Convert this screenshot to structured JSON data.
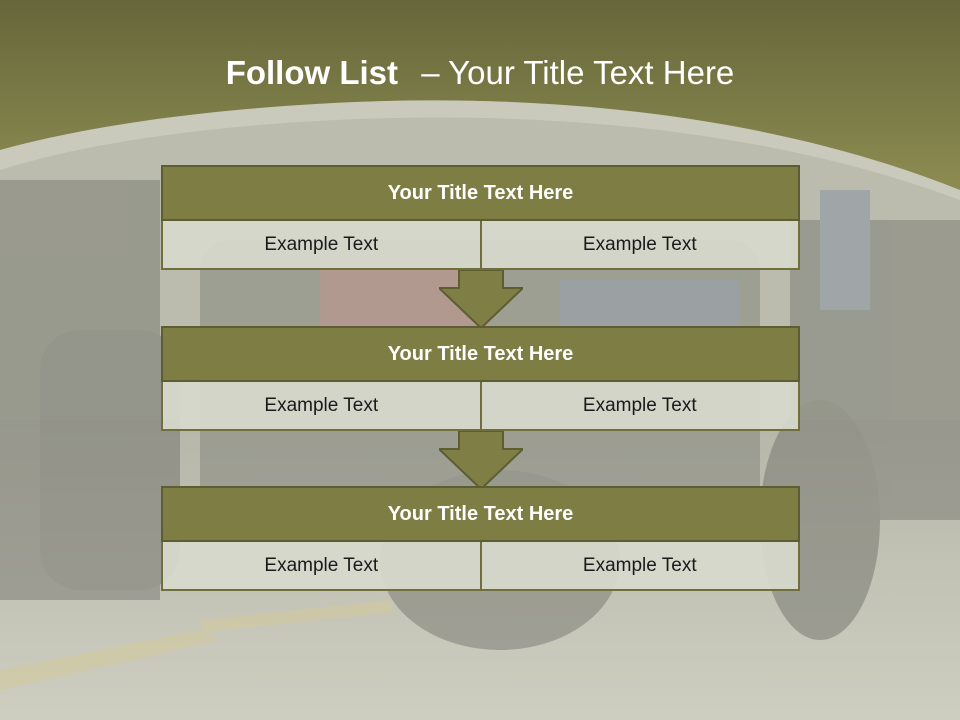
{
  "slide": {
    "title_bold": "Follow List",
    "title_rest": "– Your Title Text Here"
  },
  "blocks": [
    {
      "title": "Your Title Text Here",
      "left": "Example Text",
      "right": "Example Text"
    },
    {
      "title": "Your Title Text Here",
      "left": "Example Text",
      "right": "Example Text"
    },
    {
      "title": "Your Title Text Here",
      "left": "Example Text",
      "right": "Example Text"
    }
  ],
  "colors": {
    "header_olive": "#7d7d44",
    "top_band": "#6f6f3c",
    "cell_fill": "#d8d9ce",
    "arrow_fill": "#7f7f45"
  }
}
